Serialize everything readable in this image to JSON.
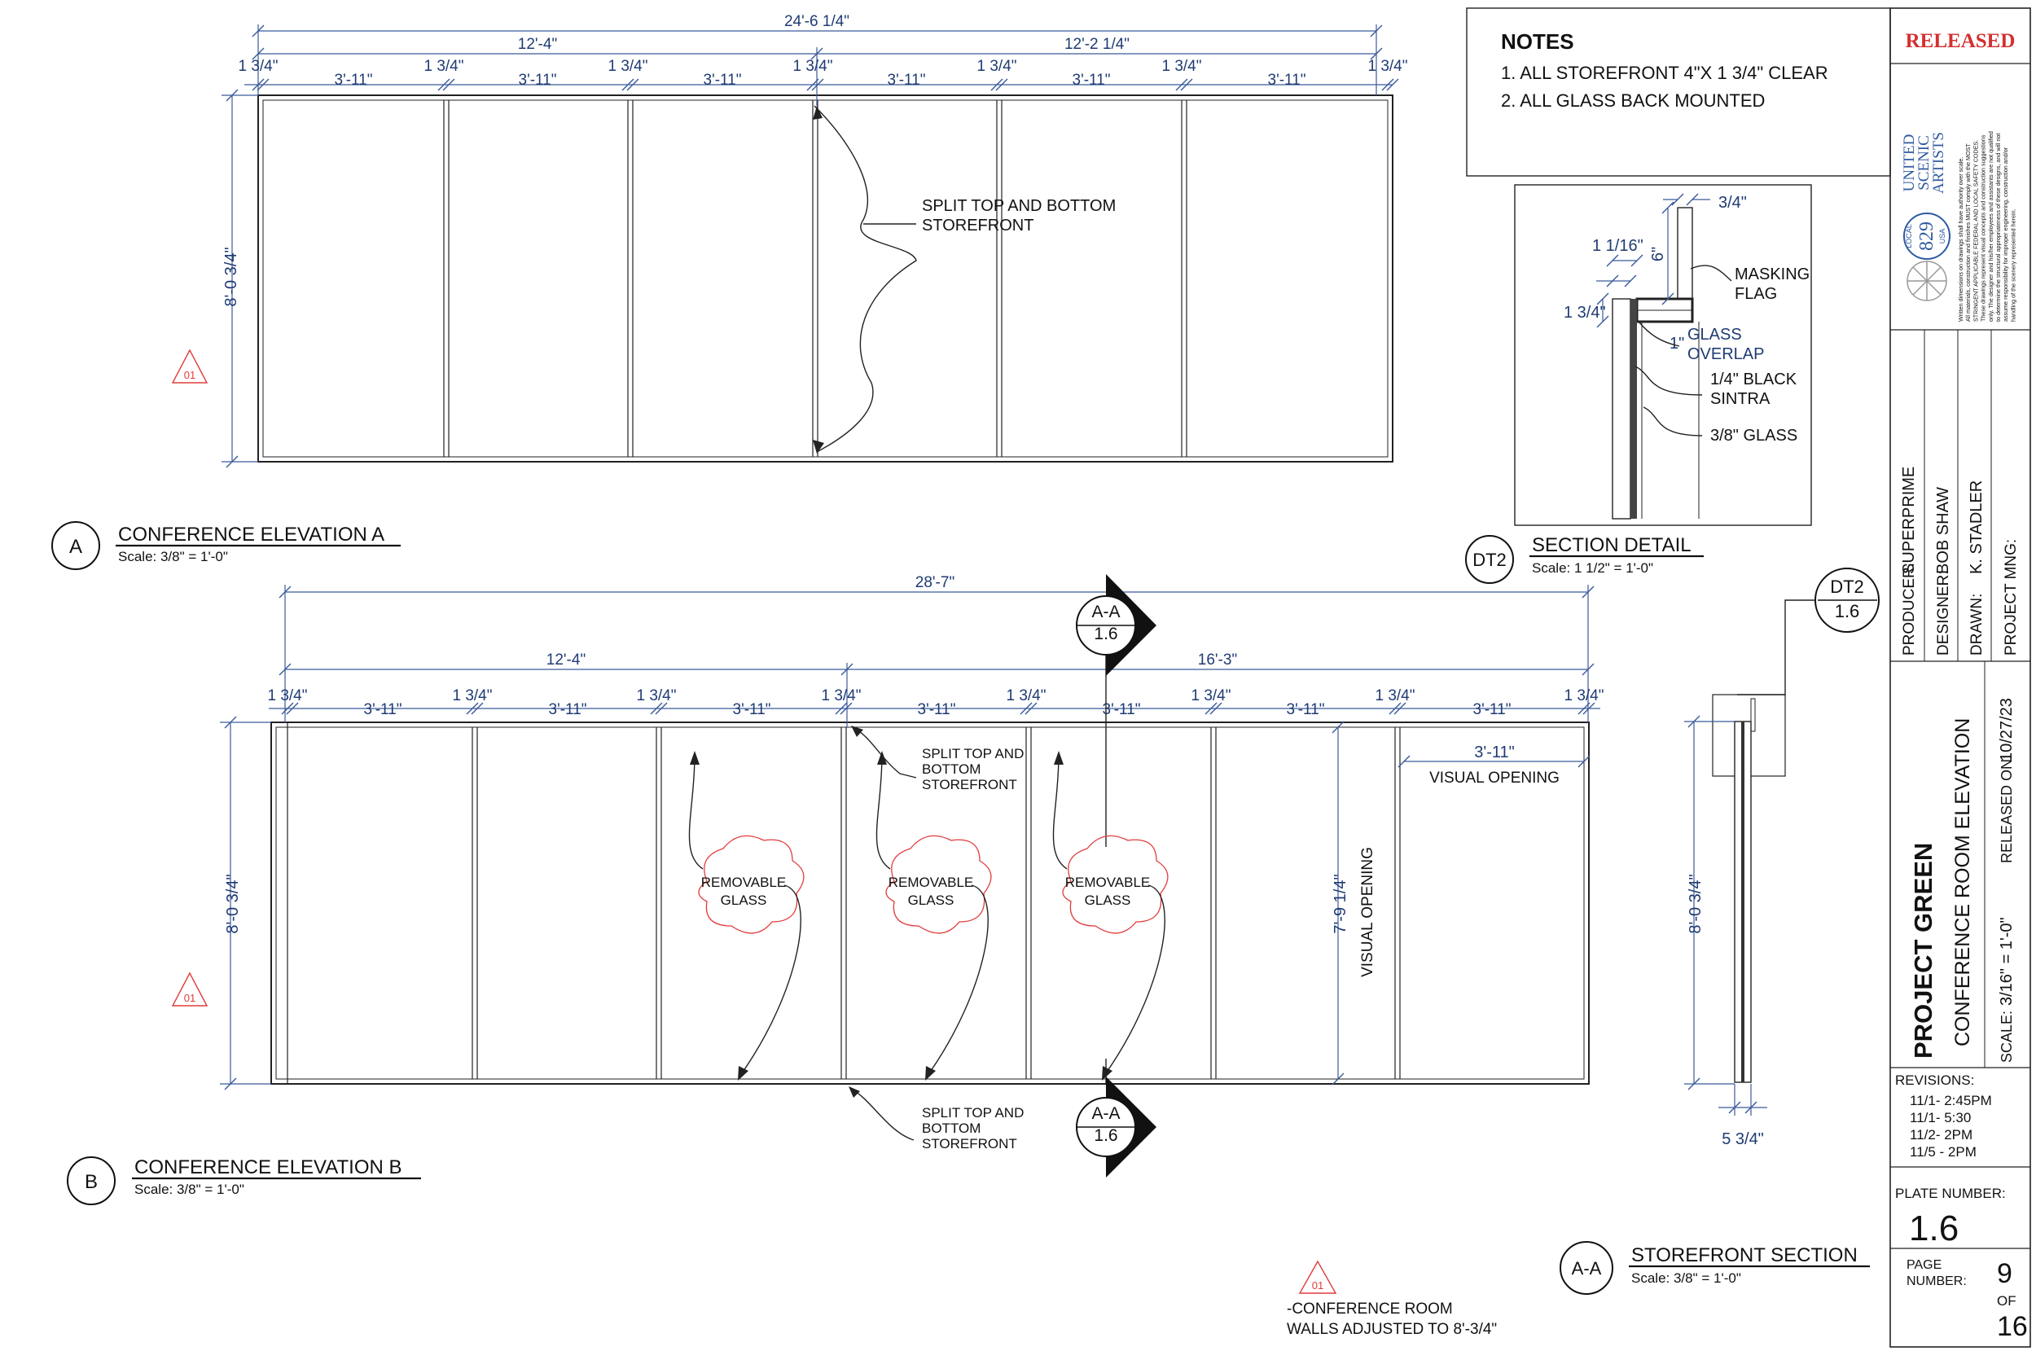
{
  "notes": {
    "heading": "NOTES",
    "items": [
      "1.   ALL STOREFRONT 4\"X 1 3/4\"  CLEAR",
      "2.   ALL GLASS BACK MOUNTED"
    ]
  },
  "title_block": {
    "status": "RELEASED",
    "union": {
      "line1": "UNITED",
      "line2": "SCENIC",
      "line3": "ARTISTS",
      "local_prefix": "LOCAL",
      "local_number": "829",
      "local_suffix": "USA"
    },
    "disclaimer": [
      "Written dimensions on drawings shall have authority over scale.",
      "All materials, construction and finishes MUST comply with the MOST",
      "STRINGENT APPLICABLE FEDERAL AND LOCAL SAFETY CODES.",
      "These drawings represent visual concepts and construction suggestions",
      "only. The designer and his/her employees and assistants are not qualified",
      "to determine the structural appropriateness of these designs, and will not",
      "assume responsibility for improper engineering, construction and/or",
      "handling of the scenery represented herein."
    ],
    "producer_label": "PRODUCER:",
    "producer": "SUPERPRIME",
    "designer_label": "DESIGNER:",
    "designer": "BOB SHAW",
    "drawn_label": "DRAWN:",
    "drawn": "K. STADLER",
    "project_mng_label": "PROJECT MNG:",
    "project": "PROJECT GREEN",
    "drawing_title": "CONFERENCE ROOM ELEVATION",
    "released_label": "RELEASED ON:",
    "released_on": "10/27/23",
    "scale_label": "SCALE:",
    "scale": "3/16\" = 1'-0\"",
    "revisions_label": "REVISIONS:",
    "revisions": [
      "11/1- 2:45PM",
      "11/1- 5:30",
      "11/2- 2PM",
      "11/5 - 2PM"
    ],
    "plate_label": "PLATE NUMBER:",
    "plate": "1.6",
    "page_label1": "PAGE",
    "page_label2": "NUMBER:",
    "page": "9",
    "of_label": "OF",
    "total": "16"
  },
  "elevation_a": {
    "marker": "A",
    "title": "CONFERENCE ELEVATION A",
    "scale": "Scale: 3/8\" = 1'-0\"",
    "overall": "24'-6 1/4\"",
    "left_half": "12'-4\"",
    "right_half": "12'-2 1/4\"",
    "mullion": "1 3/4\"",
    "panel": "3'-11\"",
    "height": "8'-0 3/4\"",
    "note": [
      "SPLIT TOP AND BOTTOM",
      "STOREFRONT"
    ],
    "rev": "01"
  },
  "elevation_b": {
    "marker": "B",
    "title": "CONFERENCE ELEVATION B",
    "scale": "Scale: 3/8\" = 1'-0\"",
    "overall": "28'-7\"",
    "left_half": "12'-4\"",
    "right_half": "16'-3\"",
    "mullion": "1 3/4\"",
    "panel": "3'-11\"",
    "height": "8'-0 3/4\"",
    "split_note": [
      "SPLIT TOP AND",
      "BOTTOM",
      "STOREFRONT"
    ],
    "glass_label": [
      "REMOVABLE",
      "GLASS"
    ],
    "visual_opening": "VISUAL OPENING",
    "visual_height": "7'-9 1/4\"",
    "visual_width": "3'-11\"",
    "section_cut": "A-A",
    "section_sheet": "1.6",
    "rev": "01"
  },
  "section_detail": {
    "marker": "DT2",
    "title": "SECTION DETAIL",
    "scale": "Scale: 1 1/2\" = 1'-0\"",
    "dim_top": "3/4\"",
    "dim_six": "6\"",
    "dim_1116": "1 1/16\"",
    "dim_134": "1 3/4\"",
    "dim_one": "1\"",
    "masking": [
      "MASKING",
      "FLAG"
    ],
    "glass_overlap": [
      "GLASS",
      "OVERLAP"
    ],
    "sintra": [
      "1/4\" BLACK",
      "SINTRA"
    ],
    "glass": "3/8\" GLASS"
  },
  "storefront_section": {
    "marker": "A-A",
    "title": "STOREFRONT SECTION",
    "scale": "Scale: 3/8\" = 1'-0\"",
    "detail_ref": "DT2",
    "detail_sheet": "1.6",
    "height": "8'-0 3/4\"",
    "width": "5 3/4\""
  },
  "revision_note": {
    "rev": "01",
    "lines": [
      "-CONFERENCE ROOM",
      "WALLS ADJUSTED TO 8'-3/4\""
    ]
  }
}
